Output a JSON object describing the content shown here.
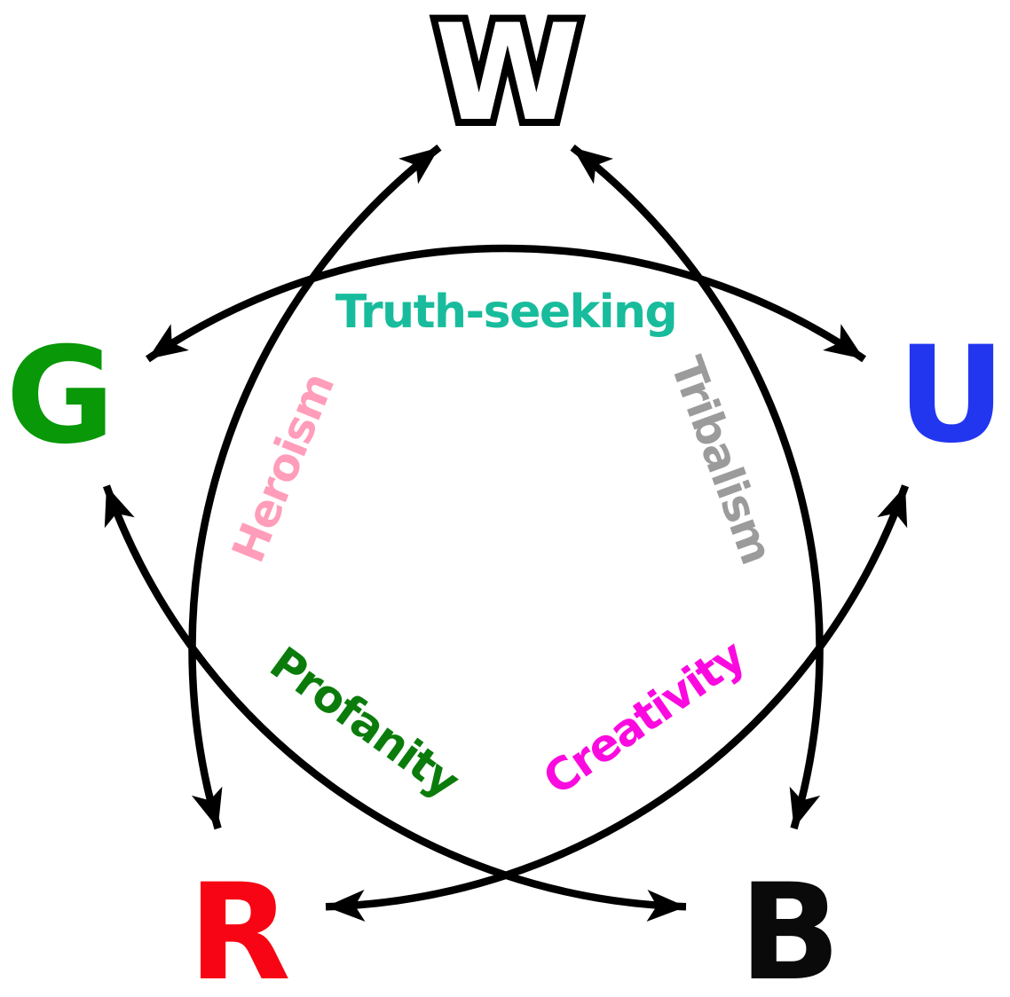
{
  "background": "#ffffff",
  "stroke_color": "#000000",
  "letters": [
    {
      "glyph": "W",
      "name": "white",
      "color": "#ffffff",
      "outline": "#000000"
    },
    {
      "glyph": "U",
      "name": "blue",
      "color": "#2236f0"
    },
    {
      "glyph": "B",
      "name": "black",
      "color": "#0a0a0a"
    },
    {
      "glyph": "R",
      "name": "red",
      "color": "#f70514"
    },
    {
      "glyph": "G",
      "name": "green",
      "color": "#089808"
    }
  ],
  "relations": [
    {
      "label": "Truth-seeking",
      "between": [
        "G",
        "U"
      ],
      "color": "#18bc9c"
    },
    {
      "label": "Tribalism",
      "between": [
        "W",
        "B"
      ],
      "color": "#9b9b9b"
    },
    {
      "label": "Heroism",
      "between": [
        "W",
        "R"
      ],
      "color": "#ff9dba"
    },
    {
      "label": "Profanity",
      "between": [
        "G",
        "B"
      ],
      "color": "#0b7c0b"
    },
    {
      "label": "Creativity",
      "between": [
        "U",
        "R"
      ],
      "color": "#fb0ae0"
    }
  ]
}
